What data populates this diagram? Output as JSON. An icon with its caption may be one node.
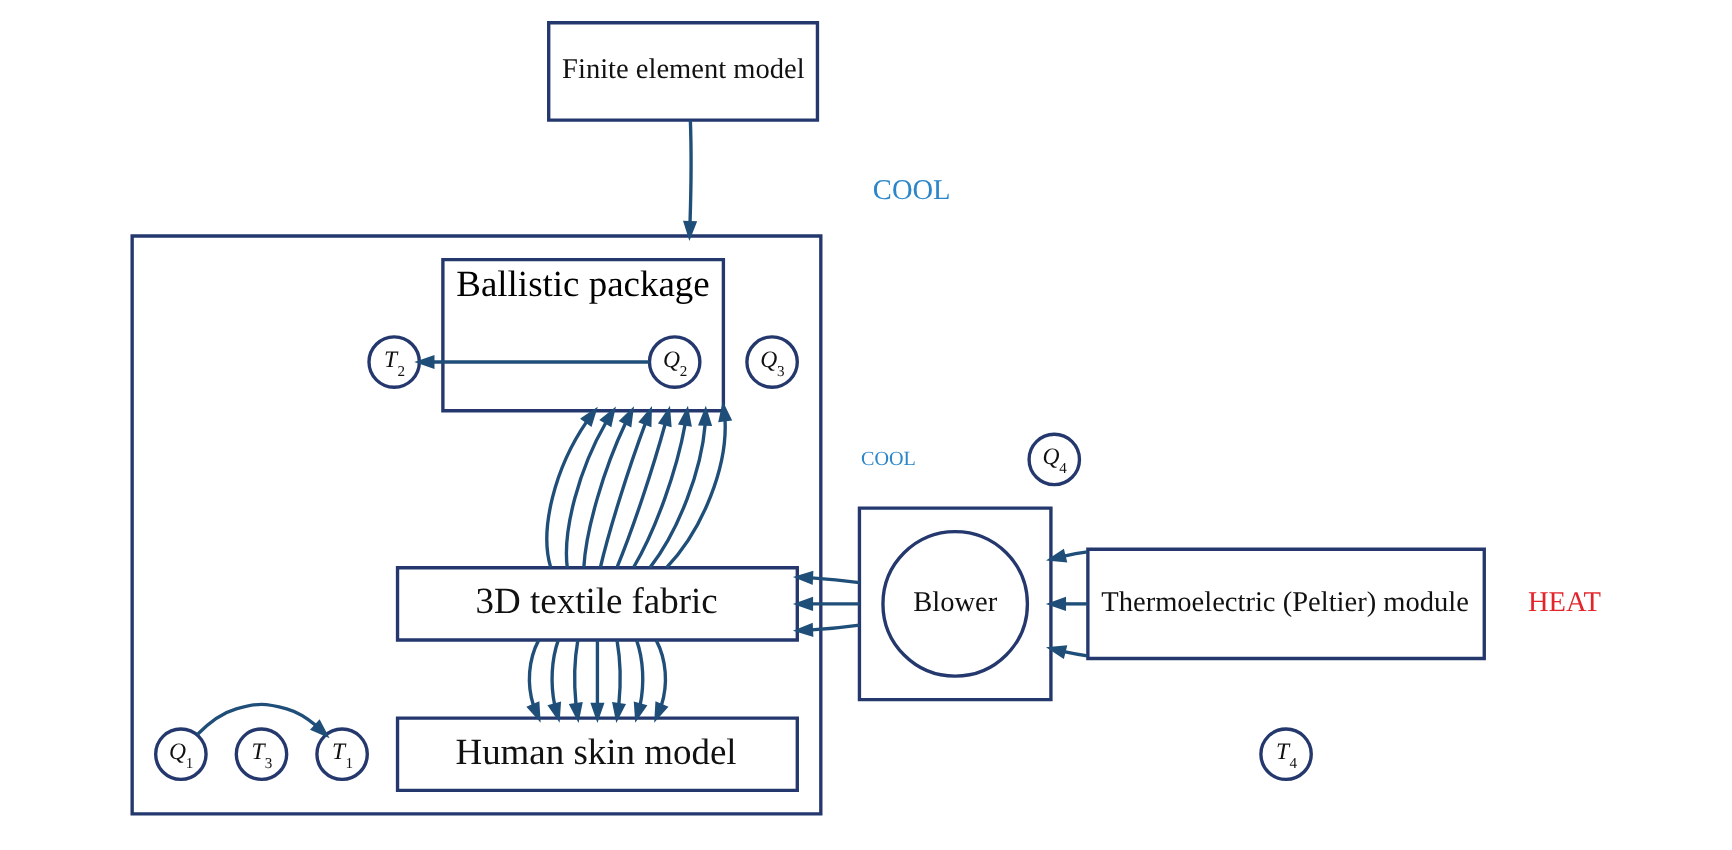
{
  "diagram": {
    "nodes": [
      {
        "text": [
          "Finite element model"
        ]
      },
      {
        "text": [],
        "shape": "box"
      },
      {
        "text": [
          "Ballistic package"
        ],
        "in": 1
      },
      {
        "text": [
          "*Q*$_{2}$"
        ],
        "in": 2
      },
      {
        "text": [
          "*T*$_{2}$"
        ],
        "in": 1
      },
      {
        "text": [
          "*Q*$_{3}$"
        ],
        "in": 1
      },
      {
        "text": [
          "3D textile fabric"
        ],
        "in": 1
      },
      {
        "text": [
          "*T*$_{1}$"
        ],
        "in": 1
      },
      {
        "text": [
          "*T*$_{3}$"
        ],
        "in": 1
      },
      {
        "text": [
          "Human skin model"
        ],
        "in": 1
      },
      {
        "text": [
          "*Q*$_{1}$"
        ],
        "in": 1
      },
      {
        "text": [],
        "shape": "box"
      },
      {
        "text": [
          "Blower"
        ],
        "in": 11
      },
      {
        "text": [
          "*Q*$_{4}$"
        ]
      },
      {
        "text": [
          "*T*$_{4}$"
        ]
      },
      {
        "text": [
          "Thermoelectric (Peltier) module"
        ]
      }
    ],
    "edges": [
      {
        "from": 0,
        "to": 1,
        "arrow": "to"
      },
      {
        "from": 3,
        "to": 4,
        "arrow": "to"
      },
      {
        "from": 10,
        "to": 7,
        "arrow": "to"
      },
      {
        "from": 6,
        "to": 2,
        "arrow": "to"
      },
      {
        "from": 6,
        "to": 2,
        "arrow": "to"
      },
      {
        "from": 6,
        "to": 2,
        "arrow": "to"
      },
      {
        "from": 6,
        "to": 2,
        "arrow": "to"
      },
      {
        "from": 6,
        "to": 2,
        "arrow": "to"
      },
      {
        "from": 6,
        "to": 2,
        "arrow": "to"
      },
      {
        "from": 6,
        "to": 2,
        "arrow": "to"
      },
      {
        "from": 6,
        "to": 2,
        "arrow": "to"
      },
      {
        "from": 6,
        "to": 9,
        "arrow": "to"
      },
      {
        "from": 6,
        "to": 9,
        "arrow": "to"
      },
      {
        "from": 6,
        "to": 9,
        "arrow": "to"
      },
      {
        "from": 6,
        "to": 9,
        "arrow": "to"
      },
      {
        "from": 6,
        "to": 9,
        "arrow": "to"
      },
      {
        "from": 6,
        "to": 9,
        "arrow": "to"
      },
      {
        "from": 6,
        "to": 9,
        "arrow": "to"
      },
      {
        "from": 11,
        "to": 6,
        "arrow": "to"
      },
      {
        "from": 11,
        "to": 6,
        "arrow": "to"
      },
      {
        "from": 11,
        "to": 6,
        "arrow": "to"
      },
      {
        "from": 15,
        "to": 11,
        "arrow": "to"
      },
      {
        "from": 15,
        "to": 11,
        "arrow": "to"
      },
      {
        "from": 15,
        "to": 11,
        "arrow": "to"
      }
    ],
    "labels": [
      "COOL",
      "COOL",
      "HEAT"
    ]
  }
}
